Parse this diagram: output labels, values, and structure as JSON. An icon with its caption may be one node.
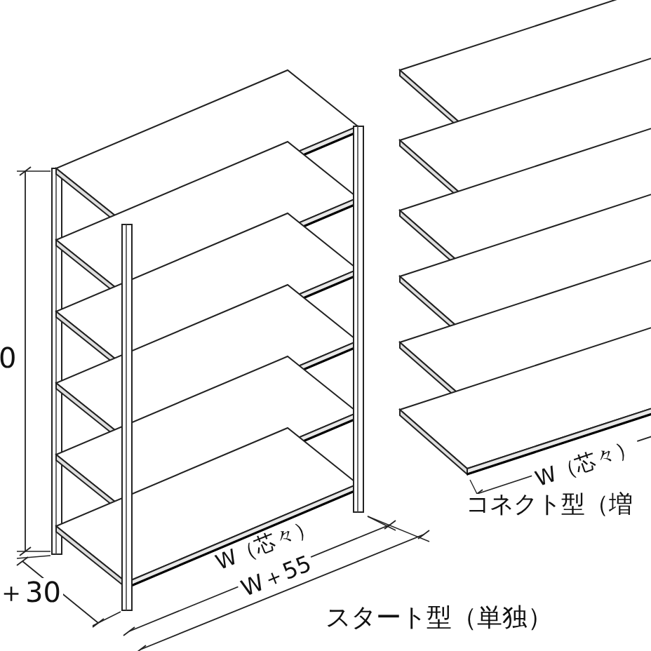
{
  "diagram": {
    "labels": [
      "0",
      "＋30",
      "W（芯々）",
      "W＋55",
      "スタート型（単独）",
      "W（芯々）",
      "コネクト型（増"
    ]
  }
}
